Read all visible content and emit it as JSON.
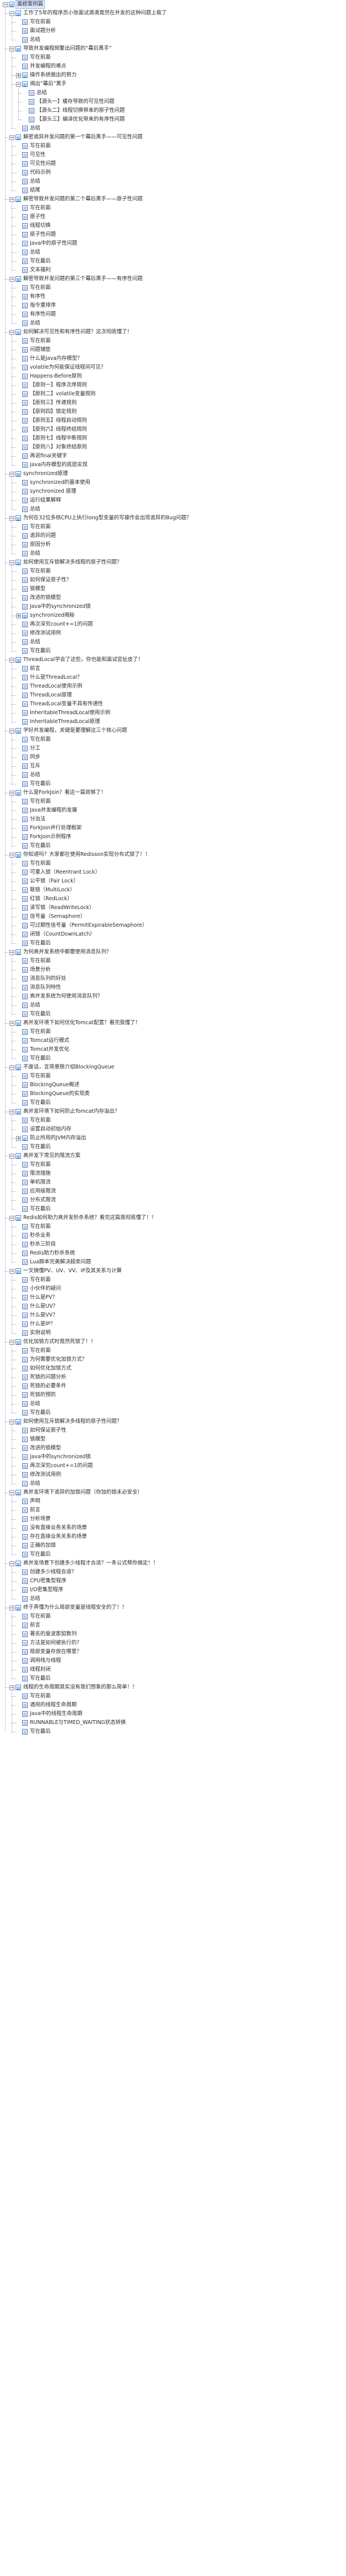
{
  "icons": {
    "expanded": "minus-box-icon",
    "collapsed": "plus-box-icon",
    "branch": "folder-icon",
    "leaf": "page-icon"
  },
  "colors": {
    "branch_icon": "#3b82d6",
    "leaf_icon": "#4a6fb5",
    "selected_bg": "#dbe8fb"
  },
  "tree": [
    {
      "label": "面經案例篇",
      "selected": true,
      "children": [
        {
          "label": "工作了5年的程序员小张面试滴滴竟然在并发的这种问题上栽了",
          "children": [
            {
              "label": "写在前面"
            },
            {
              "label": "面试题分析"
            },
            {
              "label": "总结"
            }
          ]
        },
        {
          "label": "导致并发编程频繁出问题的“幕后黑手”",
          "children": [
            {
              "label": "写在前面"
            },
            {
              "label": "并发编程的难点"
            },
            {
              "label": "操作系统做出的努力",
              "collapsed": true
            },
            {
              "label": "揭出“幕后”黑手",
              "children": [
                {
                  "label": "总结"
                },
                {
                  "label": "【源头一】缓存导致的可见性问题"
                },
                {
                  "label": "【源头二】线程切换带来的原子性问题"
                },
                {
                  "label": "【源头三】编译优化带来的有序性问题"
                }
              ]
            },
            {
              "label": "总结"
            }
          ]
        },
        {
          "label": "解密诡异并发问题的第一个幕后黑手——可见性问题",
          "children": [
            {
              "label": "写在前面"
            },
            {
              "label": "可见性"
            },
            {
              "label": "可见性问题"
            },
            {
              "label": "代码示例"
            },
            {
              "label": "总结"
            },
            {
              "label": "结尾"
            }
          ]
        },
        {
          "label": "解密导致并发问题的第二个幕后黑手——原子性问题",
          "children": [
            {
              "label": "写在前面"
            },
            {
              "label": "原子性"
            },
            {
              "label": "线程切换"
            },
            {
              "label": "原子性问题"
            },
            {
              "label": "Java中的原子性问题"
            },
            {
              "label": "总结"
            },
            {
              "label": "写在最后"
            },
            {
              "label": "文末福利"
            }
          ]
        },
        {
          "label": "解密导致并发问题的第三个幕后黑手——有序性问题",
          "children": [
            {
              "label": "写在前面"
            },
            {
              "label": "有序性"
            },
            {
              "label": "指令重排序"
            },
            {
              "label": "有序性问题"
            },
            {
              "label": "总结"
            }
          ]
        },
        {
          "label": "如何解决可见性和有序性问题？这次彻底懂了！",
          "children": [
            {
              "label": "写在前面"
            },
            {
              "label": "问题铺垫"
            },
            {
              "label": "什么是Java内存模型？"
            },
            {
              "label": "volatile为何能保证线程间可见？"
            },
            {
              "label": "Happens-Before原则"
            },
            {
              "label": "【原则一】程序次序规则"
            },
            {
              "label": "【原则二】volatile变量规则"
            },
            {
              "label": "【原则三】传递规则"
            },
            {
              "label": "【原则四】锁定规则"
            },
            {
              "label": "【原则五】线程启动规则"
            },
            {
              "label": "【原则六】线程终结规则"
            },
            {
              "label": "【原则七】线程中断规则"
            },
            {
              "label": "【原则八】对象终结原则"
            },
            {
              "label": "再说final关键字"
            },
            {
              "label": "Java内存模型的底层实现"
            }
          ]
        },
        {
          "label": "synchronized原理",
          "children": [
            {
              "label": "synchronized的基本使用"
            },
            {
              "label": "synchronized 原理"
            },
            {
              "label": "运行结果解释"
            },
            {
              "label": "总结"
            }
          ]
        },
        {
          "label": "为何在32位多核CPU上执行long型变量的写操作会出现诡异的Bug问题？",
          "children": [
            {
              "label": "写在前面"
            },
            {
              "label": "诡异的问题"
            },
            {
              "label": "原因分析"
            },
            {
              "label": "总结"
            }
          ]
        },
        {
          "label": "如何使用互斥锁解决多线程的原子性问题？",
          "children": [
            {
              "label": "写在前面"
            },
            {
              "label": "如何保证原子性？"
            },
            {
              "label": "锁模型"
            },
            {
              "label": "改进的锁模型"
            },
            {
              "label": "Java中的synchronized锁"
            },
            {
              "label": "synchronized揭秘",
              "collapsed": true
            },
            {
              "label": "再次深究count+=1的问题"
            },
            {
              "label": "修改测试用例"
            },
            {
              "label": "总结"
            },
            {
              "label": "写在最后"
            }
          ]
        },
        {
          "label": "ThreadLocal学会了这些，你也能和面试官扯皮了！",
          "children": [
            {
              "label": "前言"
            },
            {
              "label": "什么是ThreadLocal？"
            },
            {
              "label": "ThreadLocal使用示例"
            },
            {
              "label": "ThreadLocal原理"
            },
            {
              "label": "ThreadLocal变量不具有传递性"
            },
            {
              "label": "InheritableThreadLocal使用示例"
            },
            {
              "label": "InheritableThreadLocal原理"
            }
          ]
        },
        {
          "label": "学好并发编程，关键是要理解这三个核心问题",
          "children": [
            {
              "label": "写在前面"
            },
            {
              "label": "分工"
            },
            {
              "label": "同步"
            },
            {
              "label": "互斥"
            },
            {
              "label": "总结"
            },
            {
              "label": "写在最后"
            }
          ]
        },
        {
          "label": "什么是ForkJoin？看这一篇就够了！",
          "children": [
            {
              "label": "写在前面"
            },
            {
              "label": "Java并发编程的发展"
            },
            {
              "label": "分治法"
            },
            {
              "label": "ForkJoin并行处理框架"
            },
            {
              "label": "ForkJoin示例程序"
            },
            {
              "label": "写在最后"
            }
          ]
        },
        {
          "label": "你知道吗？大家都在使用Redisson实现分布式锁了！！",
          "children": [
            {
              "label": "写在前面"
            },
            {
              "label": "可重入锁（Reentrant Lock）"
            },
            {
              "label": "公平锁（Fair Lock）"
            },
            {
              "label": "联锁（MultiLock）"
            },
            {
              "label": "红锁（RedLock）"
            },
            {
              "label": "读写锁（ReadWriteLock）"
            },
            {
              "label": "信号量（Semaphore）"
            },
            {
              "label": "可过期性信号量（PermitExpirableSemaphore）"
            },
            {
              "label": "闭锁（CountDownLatch）"
            },
            {
              "label": "写在最后"
            }
          ]
        },
        {
          "label": "为何高并发系统中都要使用消息队列？",
          "children": [
            {
              "label": "写在前面"
            },
            {
              "label": "场景分析"
            },
            {
              "label": "消息队列的好处"
            },
            {
              "label": "消息队列特性"
            },
            {
              "label": "高并发系统为何使用消息队列？"
            },
            {
              "label": "总结"
            },
            {
              "label": "写在最后"
            }
          ]
        },
        {
          "label": "高并发环境下如何优化Tomcat配置？看完我懂了！",
          "children": [
            {
              "label": "写在前面"
            },
            {
              "label": "Tomcat运行模式"
            },
            {
              "label": "Tomcat并发优化"
            },
            {
              "label": "写在最后"
            }
          ]
        },
        {
          "label": "不废话，言简意赅介绍BlockingQueue",
          "children": [
            {
              "label": "写在前面"
            },
            {
              "label": "BlockingQueue概述"
            },
            {
              "label": "BlockingQueue的实现类"
            },
            {
              "label": "写在最后"
            }
          ]
        },
        {
          "label": "高并发环境下如何防止Tomcat内存溢出？",
          "children": [
            {
              "label": "写在前面"
            },
            {
              "label": "设置启动初始内存"
            },
            {
              "label": "防止所用的JVM内存溢出",
              "collapsed": true
            },
            {
              "label": "写在最后"
            }
          ]
        },
        {
          "label": "高并发下常见的限流方案",
          "children": [
            {
              "label": "写在前面"
            },
            {
              "label": "限流措施"
            },
            {
              "label": "单机限流"
            },
            {
              "label": "应用级限流"
            },
            {
              "label": "分布式限流"
            },
            {
              "label": "写在最后"
            }
          ]
        },
        {
          "label": "Redis如何助力高并发秒杀系统？看完这篇我彻底懂了！！",
          "children": [
            {
              "label": "写在前面"
            },
            {
              "label": "秒杀业务"
            },
            {
              "label": "秒杀三阶段"
            },
            {
              "label": "Redis助力秒杀系统"
            },
            {
              "label": "Lua脚本完美解决超卖问题"
            }
          ]
        },
        {
          "label": "一文搞懂PV、UV、VV、IP及其关系与计算",
          "children": [
            {
              "label": "写在前面"
            },
            {
              "label": "小伙伴的疑问"
            },
            {
              "label": "什么是PV？"
            },
            {
              "label": "什么是UV？"
            },
            {
              "label": "什么是VV？"
            },
            {
              "label": "什么是IP？"
            },
            {
              "label": "实例说明"
            }
          ]
        },
        {
          "label": "优化加锁方式时竟然死锁了！！",
          "children": [
            {
              "label": "写在前面"
            },
            {
              "label": "为何需要优化加锁方式？"
            },
            {
              "label": "如何优化加锁方式"
            },
            {
              "label": "死锁的问题分析"
            },
            {
              "label": "死锁的必要条件"
            },
            {
              "label": "死锁的预防"
            },
            {
              "label": "总结"
            },
            {
              "label": "写在最后"
            }
          ]
        },
        {
          "label": "如何使用互斥锁解决多线程的原子性问题？",
          "children": [
            {
              "label": "如何保证原子性"
            },
            {
              "label": "锁模型"
            },
            {
              "label": "改进的锁模型"
            },
            {
              "label": "Java中的synchronized锁"
            },
            {
              "label": "再次深究count+=1的问题"
            },
            {
              "label": "修改测试用例"
            },
            {
              "label": "总结"
            }
          ]
        },
        {
          "label": "高并发环境下诡异的加锁问题（你加的锁未必安全）",
          "children": [
            {
              "label": "声明"
            },
            {
              "label": "前言"
            },
            {
              "label": "分析场景"
            },
            {
              "label": "没有直接业务关系的场景"
            },
            {
              "label": "存在直接业务关系的场景"
            },
            {
              "label": "正确的加锁"
            },
            {
              "label": "写在最后"
            }
          ]
        },
        {
          "label": "高并发场景下创建多少线程才合适？一条公式帮你搞定！！",
          "children": [
            {
              "label": "创建多少线程合适？"
            },
            {
              "label": "CPU密集型程序"
            },
            {
              "label": "I/O密集型程序"
            },
            {
              "label": "总结"
            }
          ]
        },
        {
          "label": "终于弄懂为什么局部变量是线程安全的了！！",
          "children": [
            {
              "label": "写在前面"
            },
            {
              "label": "前言"
            },
            {
              "label": "著名的斐波那契数列"
            },
            {
              "label": "方法是如何被执行的？"
            },
            {
              "label": "局部变量存放在哪里？"
            },
            {
              "label": "调用栈与线程"
            },
            {
              "label": "线程封闭"
            },
            {
              "label": "写在最后"
            }
          ]
        },
        {
          "label": "线程的生命周期其实没有我们想象的那么简单！！",
          "children": [
            {
              "label": "写在前面"
            },
            {
              "label": "通用的线程生命周期"
            },
            {
              "label": "Java中的线程生命周期"
            },
            {
              "label": "RUNNABLE与TIMED_WAITING状态转换"
            },
            {
              "label": "写在最后"
            }
          ]
        }
      ]
    }
  ]
}
